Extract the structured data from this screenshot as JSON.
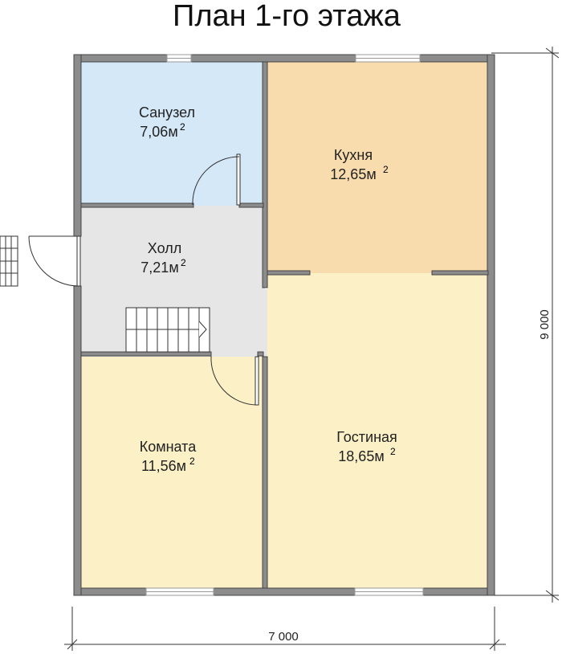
{
  "title": "План 1-го этажа",
  "rooms": {
    "sanuzel": {
      "name": "Санузел",
      "area": "7,06м",
      "unit_sup": "2",
      "color": "#d5e8f8"
    },
    "kuhnya": {
      "name": "Кухня",
      "area": "12,65м",
      "unit_sup": "2",
      "color": "#f9dcae"
    },
    "holl": {
      "name": "Холл",
      "area": "7,21м",
      "unit_sup": "2",
      "color": "#e6e6e6"
    },
    "komnata": {
      "name": "Комната",
      "area": "11,56м",
      "unit_sup": "2",
      "color": "#fbf0c6"
    },
    "gostinaya": {
      "name": "Гостиная",
      "area": "18,65м",
      "unit_sup": "2",
      "color": "#fbf0c6"
    }
  },
  "dimensions": {
    "width_label": "7 000",
    "height_label": "9 000"
  },
  "colors": {
    "wall": "#8c8c8c",
    "line": "#333333"
  }
}
